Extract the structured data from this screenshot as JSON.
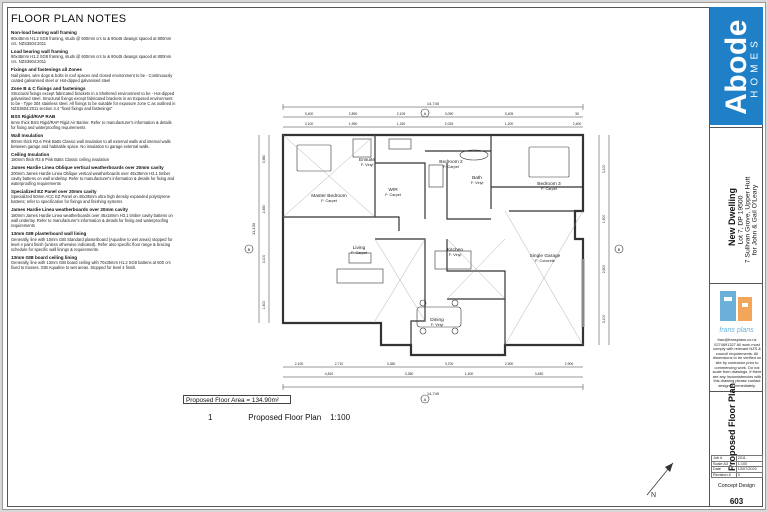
{
  "notes": {
    "title": "FLOOR PLAN NOTES",
    "sections": [
      {
        "heading": "Non-load bearing wall framing",
        "body": "90x45mm H1.2 SG8 framing, studs @ 600mm crs to & 90x45 dwangs spaced at 800mm crs. NZS3604:2011"
      },
      {
        "heading": "Load bearing wall framing",
        "body": "90x45mm H1.2 SG8 framing, studs @ 600mm crs to & 90x45 dwangs spaced at 800mm crs. NZS3604:2011"
      },
      {
        "heading": "Fixings and fastenings all Zones",
        "body": "Nail plates, wire dogs & bolts in roof spaces and closed environment to be - Continuously coated galvanised steel or Hot-dipped galvanised steel"
      },
      {
        "heading": "Zone B & C fixings and fastenings",
        "body": "Structural fixings except fabricated brackets in a Sheltered environment to be - Hot-dipped galvanised steel. Structural fixings except fabricated brackets in an Exposed environment to be - Type 304 stainless steel. All fixings to be suitable for exposure zone C as outlined in NZS3604:2011 section 4.4 \"fixed fixings and fastenings\""
      },
      {
        "heading": "BSS Rigid/RAP RAB",
        "body": "6mm thick BSS Rigid/RAP Rigid Air Barrier. Refer to manufacturer's information & details for fixing and waterproofing requirements"
      },
      {
        "heading": "Wall Insulation",
        "body": "90mm thick R2.6 Pink Batts Classic wall insulation to all external walls and internal walls between garage and habitable space. No insulation to garage external walls."
      },
      {
        "heading": "Ceiling Insulation",
        "body": "180mm thick R3.6 Pink Batts Classic ceiling insulation"
      },
      {
        "heading": "James Hardie Linea Oblique vertical weatherboards over 20mm cavity",
        "body": "200mm James Hardie Linea Oblique vertical weatherboards over 45x35mm H3.1 timber cavity battens on wall underlay. Refer to manufacturer's information & details for fixing and waterproofing requirements"
      },
      {
        "heading": "Specialized EZ Panel over 20mm cavity",
        "body": "Specialized 50mm ACC EZ Panel on 45x35mm ultra high density expanded polystyrene battens; refer to specification for fixings and finishing systems"
      },
      {
        "heading": "James Hardie Linea weatherboards over 20mm cavity",
        "body": "180mm James Hardie Linea weatherboards over 45x18mm H3.1 timber cavity battens on wall underlay. Refer to manufacturer's information & details for fixing and waterproofing requirements"
      },
      {
        "heading": "13mm GIB plasterboard wall lining",
        "body": "Generally, line with 10mm GIB Standard plasterboard (Aqualine to wet areas) stopped for level 4 paint finish (unless otherwise indicated). Refer also specific floor range & bracing schedule for specific wall linings & requirements."
      },
      {
        "heading": "13mm GIB board ceiling lining",
        "body": "Generally, line with 13mm GIB board ceiling with 70x35mm H1.2 SG8 battens at 600 crs fixed to trusses. GIB Aqualine to wet areas. Stopped for level 4 finish."
      }
    ]
  },
  "plan": {
    "overall_top": "14,740",
    "overall_bottom": "14,740",
    "overall_left": "11,130",
    "top_dims": [
      "3,400",
      "2,890",
      "2,105",
      "3,090",
      "3,405",
      "30"
    ],
    "top_dims2": [
      "3,100",
      "1,950",
      "1,150",
      "2,025",
      "1,200",
      "2,400"
    ],
    "bottom_dims": [
      "2,100",
      "2,710",
      "3,350",
      "3,700",
      "2,900",
      "2,900"
    ],
    "bottom_dims2": [
      "4,810",
      "3,350",
      "1,400",
      "3,450"
    ],
    "left_dims": [
      "3,980",
      "2,450",
      "3,100",
      "1,600"
    ],
    "right_dims": [
      "3,100",
      "1,900",
      "2,800",
      "3,100"
    ],
    "rooms": [
      {
        "name": "Ensuite",
        "floor": "F: Vinyl"
      },
      {
        "name": "Master Bedroom",
        "floor": "F: Carpet"
      },
      {
        "name": "WIR",
        "floor": "F: Carpet"
      },
      {
        "name": "Bedroom 2",
        "floor": "F: Carpet"
      },
      {
        "name": "Bath",
        "floor": "F: Vinyl"
      },
      {
        "name": "Bedroom 3",
        "floor": "F: Carpet"
      },
      {
        "name": "Living",
        "floor": "F: Carpet"
      },
      {
        "name": "Kitchen",
        "floor": "F: Vinyl"
      },
      {
        "name": "Single Garage",
        "floor": "F: Concrete"
      },
      {
        "name": "Dining",
        "floor": "F: Vinyl"
      }
    ],
    "section_marks": [
      "A",
      "A",
      "B",
      "B"
    ]
  },
  "caption": {
    "number": "1",
    "title": "Proposed Floor Plan",
    "scale": "1:100",
    "area_label": "Proposed Floor Area",
    "area_value": "= 134.90m²"
  },
  "title_block": {
    "brand": "Abode",
    "brand_sub": "HOMES",
    "project": "New Dwelling",
    "lot": "Lot 7, DP 19500",
    "address": "7 Sullivan Grove, Upper Hutt",
    "client": "for John & Gail O'Leary",
    "designer": "frans plans",
    "contact": "fran@fransplans.co.nz 0274691327 All work must comply with relevant NZS & council requirements. All dimensions to be verified on site by contractor prior to commencing work. Do not scale from drawings. If there are any inconsistencies with this drawing please contact designer immediately.",
    "sheet_title": "Proposed Floor Plan",
    "table": [
      [
        "Job #",
        "2011"
      ],
      [
        "Scale A3",
        "1:100"
      ],
      [
        "Date",
        "13/07/2020"
      ],
      [
        "Revision #",
        "0"
      ]
    ],
    "status": "Concept Design",
    "sheet_no": "603",
    "colors": {
      "brand_blue": "#1f7fc7",
      "frans_blue": "#6ab0d8",
      "frans_orange": "#f2a65a"
    }
  }
}
